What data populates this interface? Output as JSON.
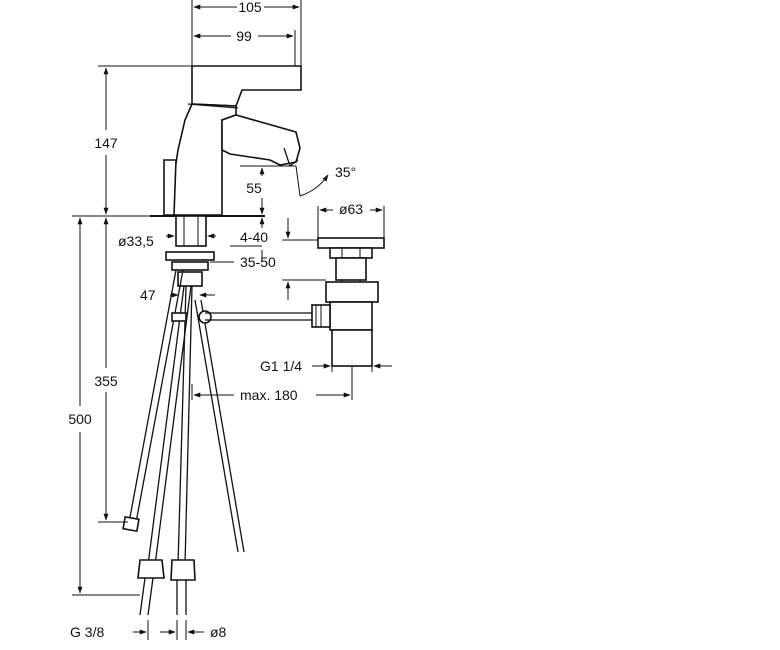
{
  "dimensions": {
    "width_total": "105",
    "width_spout": "99",
    "height_faucet": "147",
    "spout_clearance": "55",
    "spout_angle": "35°",
    "deck_thickness": "4-40",
    "drain_diameter": "ø63",
    "hole_diameter": "ø33,5",
    "drain_depth": "35-50",
    "rod_offset": "47",
    "height_lower": "355",
    "drain_thread": "G1 1/4",
    "rod_length": "max. 180",
    "height_total": "500",
    "hose_thread": "G 3/8",
    "hose_diameter": "ø8"
  },
  "colors": {
    "line": "#111111",
    "background": "#ffffff"
  }
}
